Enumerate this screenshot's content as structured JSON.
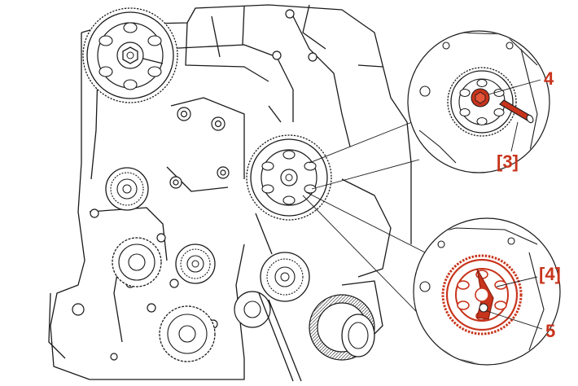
{
  "labels": {
    "part_4": "4",
    "tool_3": "[3]",
    "tool_4": "[4]",
    "part_5": "5"
  },
  "colors": {
    "line": "#1a1a1a",
    "accent": "#c8341c",
    "background": "#ffffff"
  }
}
